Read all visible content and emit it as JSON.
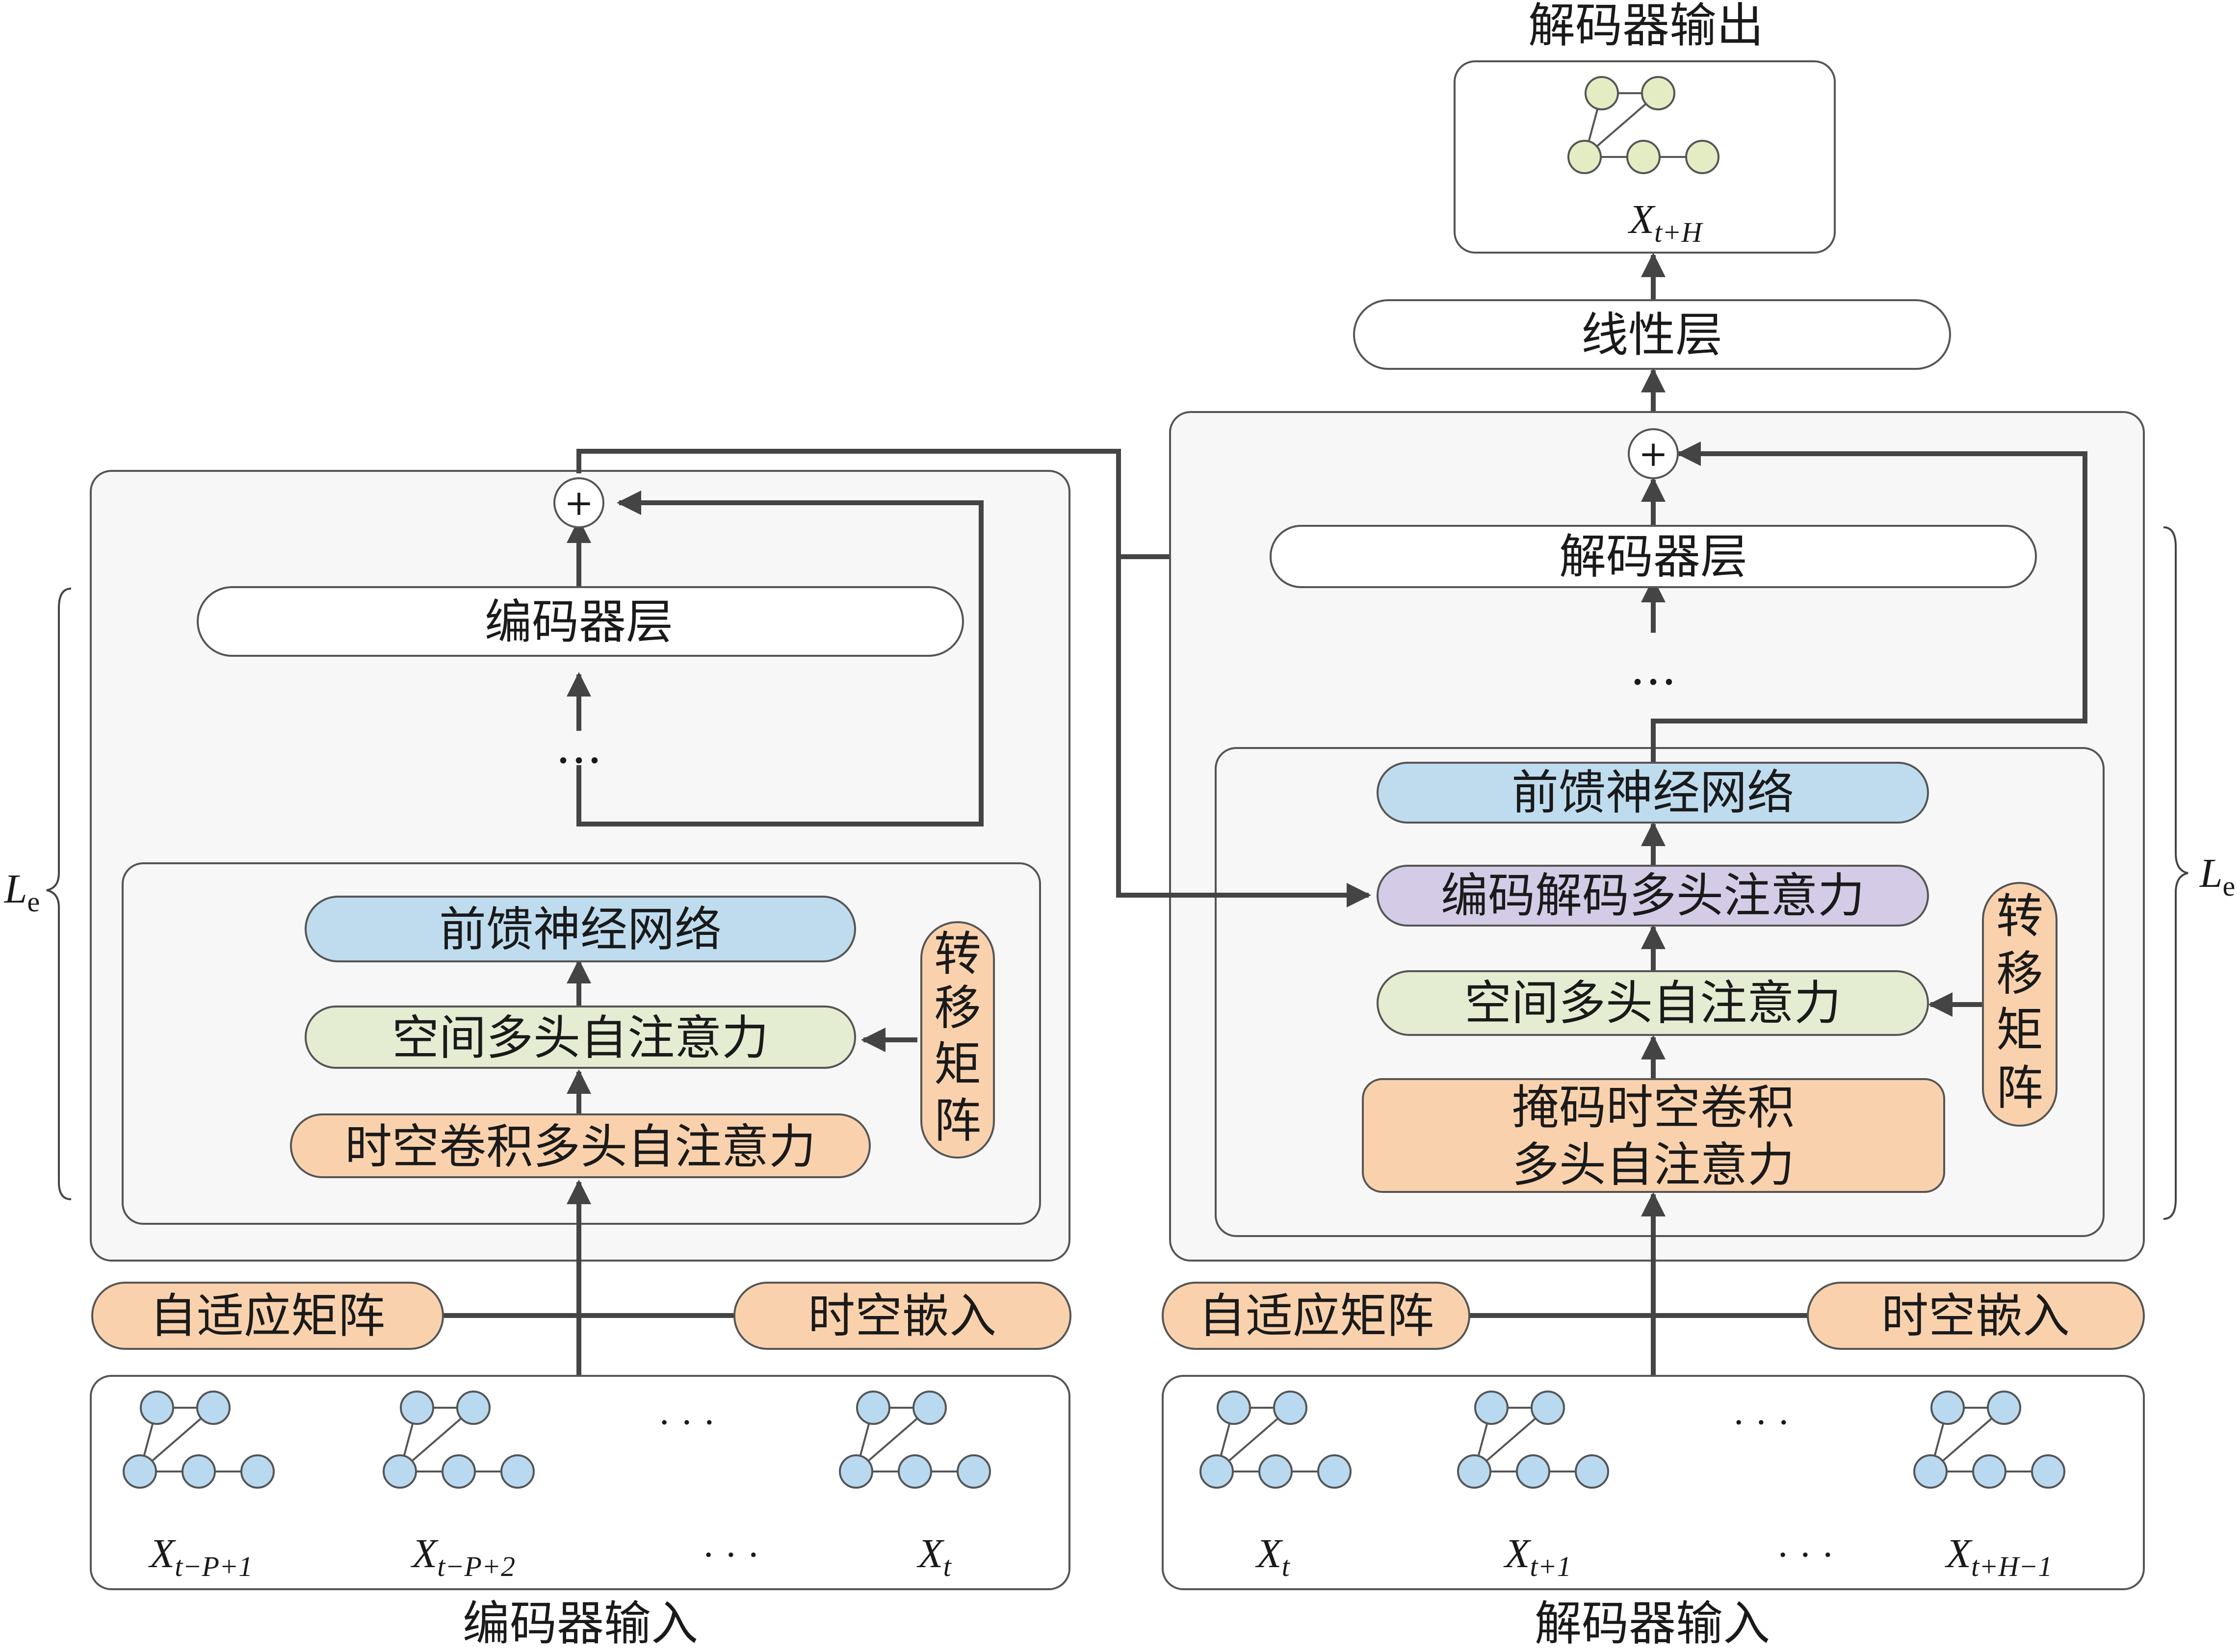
{
  "colors": {
    "feedforward_fill": "#bfdcef",
    "spatial_fill": "#e4ecd2",
    "temporal_fill": "#f9d2ad",
    "crossattn_fill": "#d4cbe6",
    "white_pill_fill": "#ffffff",
    "node_blue": "#b9d9f0",
    "node_green": "#e4ecc4",
    "container_fill": "#f7f7f7",
    "arrow": "#444444"
  },
  "encoder": {
    "layer_label": "编码器层",
    "ellipsis": "…",
    "ffn_label": "前馈神经网络",
    "spatial_label": "空间多头自注意力",
    "temporal_label": "时空卷积多头自注意力",
    "transfer_label": [
      "转",
      "移",
      "矩",
      "阵"
    ],
    "adaptive_label": "自适应矩阵",
    "embed_label": "时空嵌入",
    "input_caption": "编码器输入",
    "inputs": [
      {
        "base": "X",
        "sub": "t−P+1"
      },
      {
        "base": "X",
        "sub": "t−P+2"
      },
      {
        "base": "X",
        "sub": "t"
      }
    ],
    "inputs_ellipsis": "· · ·",
    "plus": "+",
    "brace_label": {
      "base": "L",
      "sub": "e"
    }
  },
  "decoder": {
    "output_title": "解码器输出",
    "output_var": {
      "base": "X",
      "sub": "t+H"
    },
    "linear_label": "线性层",
    "layer_label": "解码器层",
    "ellipsis": "…",
    "ffn_label": "前馈神经网络",
    "cross_label": "编码解码多头注意力",
    "spatial_label": "空间多头自注意力",
    "masked_label_line1": "掩码时空卷积",
    "masked_label_line2": "多头自注意力",
    "transfer_label": [
      "转",
      "移",
      "矩",
      "阵"
    ],
    "adaptive_label": "自适应矩阵",
    "embed_label": "时空嵌入",
    "input_caption": "解码器输入",
    "inputs": [
      {
        "base": "X",
        "sub": "t"
      },
      {
        "base": "X",
        "sub": "t+1"
      },
      {
        "base": "X",
        "sub": "t+H−1"
      }
    ],
    "inputs_ellipsis": "· · ·",
    "plus": "+",
    "brace_label": {
      "base": "L",
      "sub": "e"
    }
  }
}
